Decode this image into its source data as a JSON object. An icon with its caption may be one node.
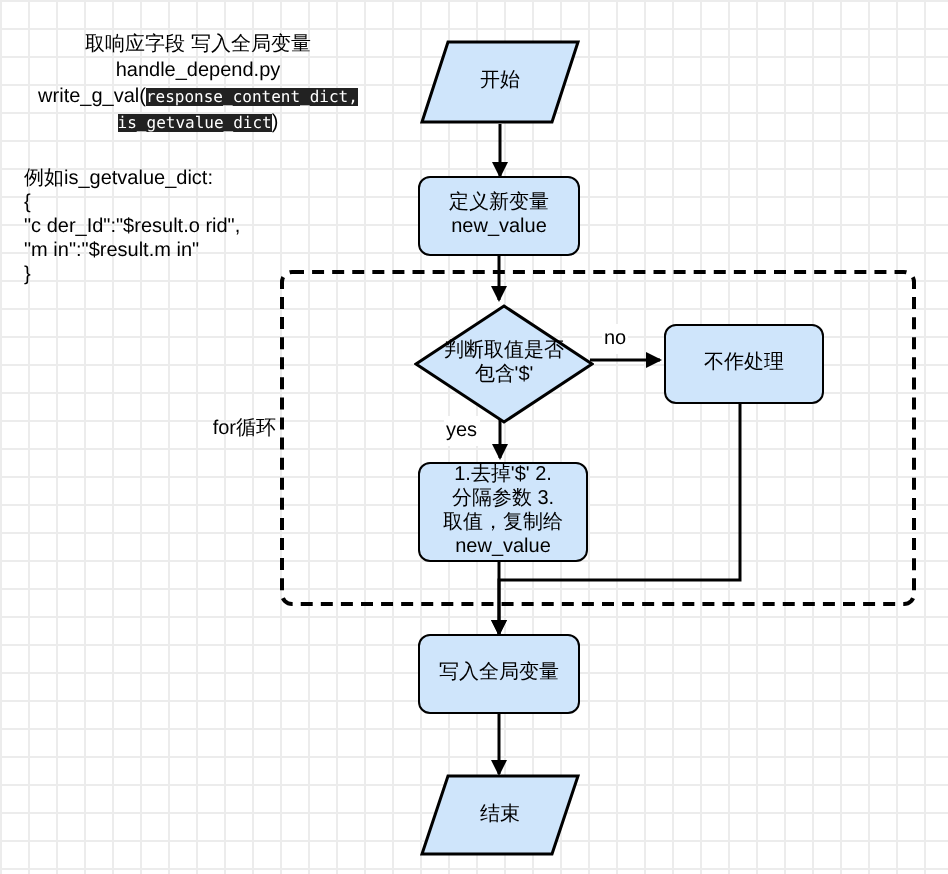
{
  "diagram": {
    "nodes": [
      {
        "text": [
          "开始"
        ]
      },
      {
        "text": [
          "定义新变量 new_value"
        ]
      },
      {
        "text": [
          "for循环"
        ]
      },
      {
        "text": [
          "判断取值是否包含'$'"
        ],
        "in": 2
      },
      {
        "text": [
          "不作处理"
        ],
        "in": 2
      },
      {
        "text": [
          "1.去掉'$' 2.分隔参数 3.取值，复制给 new_value"
        ],
        "in": 2
      },
      {
        "text": [
          "写入全局变量"
        ]
      },
      {
        "text": [
          "结束"
        ]
      }
    ],
    "edges": [
      {
        "from": 0,
        "to": 1,
        "arrow": "to"
      },
      {
        "from": 1,
        "to": 3,
        "arrow": "to"
      },
      {
        "from": 3,
        "to": 4,
        "arrow": "to",
        "label": "no"
      },
      {
        "from": 3,
        "to": 5,
        "arrow": "to",
        "label": "yes"
      },
      {
        "from": 5,
        "to": 6,
        "arrow": "to"
      },
      {
        "from": 4,
        "to": 6,
        "arrow": "to"
      },
      {
        "from": 6,
        "to": 7,
        "arrow": "to"
      }
    ],
    "labels": [
      "取响应字段 写入全局变量",
      "handle_depend.py",
      "write_g_val(**response_content_dict, is_getvalue_dict**)",
      "例如is_getvalue_dict:",
      "{",
      "\"c der_Id\":\"$result.o rid\",",
      "\"m in\":\"$result.m in\"",
      "}"
    ]
  }
}
